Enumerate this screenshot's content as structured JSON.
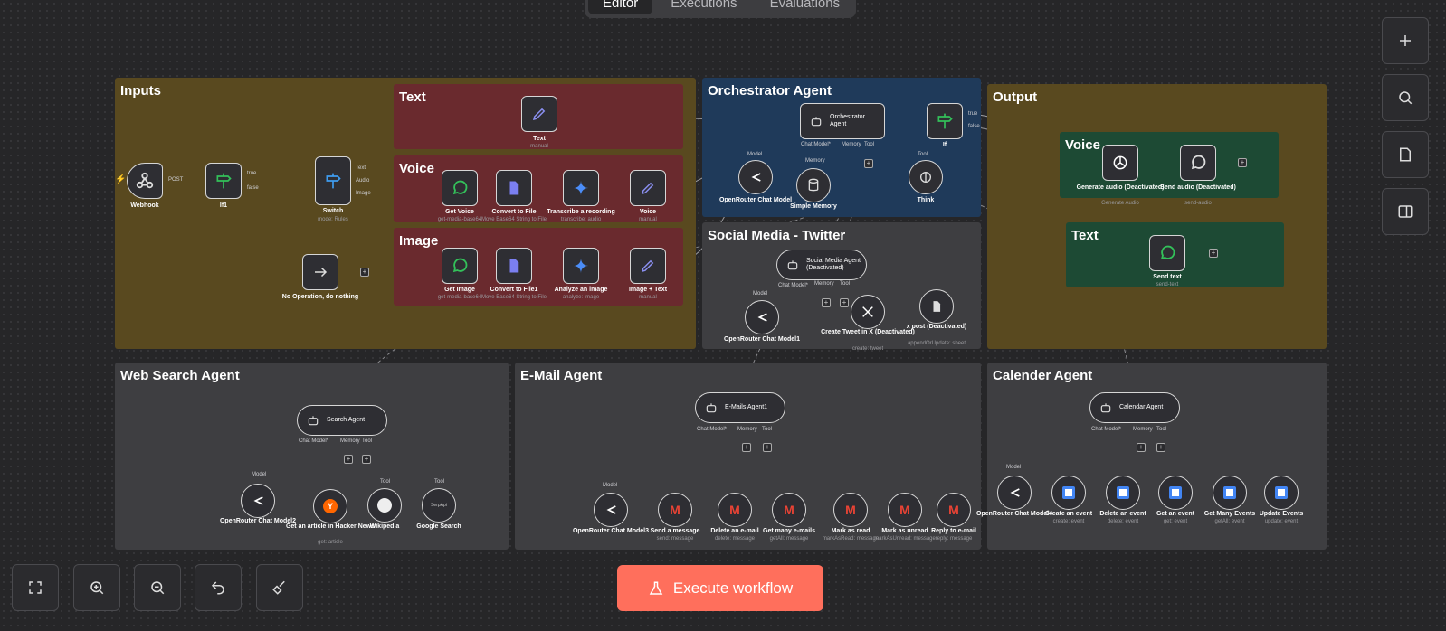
{
  "tabs": [
    "Editor",
    "Executions",
    "Evaluations"
  ],
  "groups": {
    "inputs": "Inputs",
    "text": "Text",
    "voice": "Voice",
    "image": "Image",
    "orchestrator": "Orchestrator Agent",
    "social": "Social Media - Twitter",
    "output": "Output",
    "out_voice": "Voice",
    "out_text": "Text",
    "web": "Web Search Agent",
    "email": "E-Mail Agent",
    "calendar": "Calender Agent"
  },
  "nodes": {
    "webhook": {
      "label": "Webhook",
      "port": "POST"
    },
    "if1": {
      "label": "If1",
      "true": "true",
      "false": "false"
    },
    "switch": {
      "label": "Switch",
      "sub": "mode: Rules",
      "p1": "Text",
      "p2": "Audio",
      "p3": "Image"
    },
    "noop": {
      "label": "No Operation, do nothing"
    },
    "text": {
      "label": "Text",
      "sub": "manual"
    },
    "get_voice": {
      "label": "Get Voice",
      "sub": "get-media-base64"
    },
    "convert_file": {
      "label": "Convert to File",
      "sub": "Move Base64 String to File"
    },
    "transcribe": {
      "label": "Transcribe a recording",
      "sub": "transcribe: audio"
    },
    "voice": {
      "label": "Voice",
      "sub": "manual"
    },
    "get_image": {
      "label": "Get Image",
      "sub": "get-media-base64"
    },
    "convert_file1": {
      "label": "Convert to File1",
      "sub": "Move Base64 String to File"
    },
    "analyze_image": {
      "label": "Analyze an image",
      "sub": "analyze: image"
    },
    "image_text": {
      "label": "Image + Text",
      "sub": "manual"
    },
    "orchestrator": {
      "l1": "Orchestrator",
      "l2": "Agent",
      "chat": "Chat Model*",
      "memory": "Memory",
      "tool": "Tool"
    },
    "if": {
      "label": "If",
      "true": "true",
      "false": "false"
    },
    "or_chat": {
      "label": "OpenRouter Chat Model",
      "port": "Model"
    },
    "simple_memory": {
      "label": "Simple Memory",
      "port": "Memory"
    },
    "think": {
      "label": "Think",
      "port": "Tool"
    },
    "social_agent": {
      "l1": "Social Media Agent",
      "l2": "(Deactivated)",
      "chat": "Chat Model*",
      "memory": "Memory",
      "tool": "Tool"
    },
    "or_chat1": {
      "label": "OpenRouter Chat Model1",
      "port": "Model"
    },
    "tweet": {
      "label": "Create Tweet in X (Deactivated)",
      "sub": "create: tweet"
    },
    "xpost": {
      "label": "x post (Deactivated)",
      "sub": "appendOrUpdate: sheet"
    },
    "gen_audio": {
      "label": "Generate audio (Deactivated)",
      "sub": "Generate Audio"
    },
    "send_audio": {
      "label": "Send audio (Deactivated)",
      "sub": "send-audio"
    },
    "send_text": {
      "label": "Send text",
      "sub": "send-text"
    },
    "search_agent": {
      "l1": "Search Agent",
      "chat": "Chat Model*",
      "memory": "Memory",
      "tool": "Tool"
    },
    "or_chat2": {
      "label": "OpenRouter Chat Model2",
      "port": "Model"
    },
    "hacker": {
      "label": "Get an article in Hacker News",
      "sub": "get: article",
      "icon_text": "Y"
    },
    "wikipedia": {
      "label": "Wikipedia",
      "port": "Tool"
    },
    "google": {
      "label": "Google Search",
      "port": "Tool",
      "icon_text": "SerpApi"
    },
    "email_agent": {
      "l1": "E-Mails Agent1",
      "chat": "Chat Model*",
      "memory": "Memory",
      "tool": "Tool"
    },
    "or_chat3": {
      "label": "OpenRouter Chat Model3",
      "port": "Model"
    },
    "send_msg": {
      "label": "Send a message",
      "sub": "send: message"
    },
    "delete_email": {
      "label": "Delete an e-mail",
      "sub": "delete: message"
    },
    "get_emails": {
      "label": "Get many e-mails",
      "sub": "getAll: message"
    },
    "mark_read": {
      "label": "Mark as read",
      "sub": "markAsRead: message"
    },
    "mark_unread": {
      "label": "Mark as unread",
      "sub": "markAsUnread: message"
    },
    "reply": {
      "label": "Reply to e-mail",
      "sub": "reply: message"
    },
    "cal_agent": {
      "l1": "Calendar Agent",
      "chat": "Chat Model*",
      "memory": "Memory",
      "tool": "Tool"
    },
    "or_chat4": {
      "label": "OpenRouter Chat Model4",
      "port": "Model"
    },
    "create_event": {
      "label": "Create an event",
      "sub": "create: event"
    },
    "delete_event": {
      "label": "Delete an event",
      "sub": "delete: event"
    },
    "get_event": {
      "label": "Get an event",
      "sub": "get: event"
    },
    "many_events": {
      "label": "Get Many Events",
      "sub": "getAll: event"
    },
    "update_events": {
      "label": "Update Events",
      "sub": "update: event"
    }
  },
  "execute_label": "Execute workflow",
  "colors": {
    "inputs": "#59491f",
    "red": "#6a2a2e",
    "blue": "#1f3a5a",
    "gray": "#3e3e41",
    "green": "#1d4a34",
    "execute": "#ff6f5c"
  }
}
